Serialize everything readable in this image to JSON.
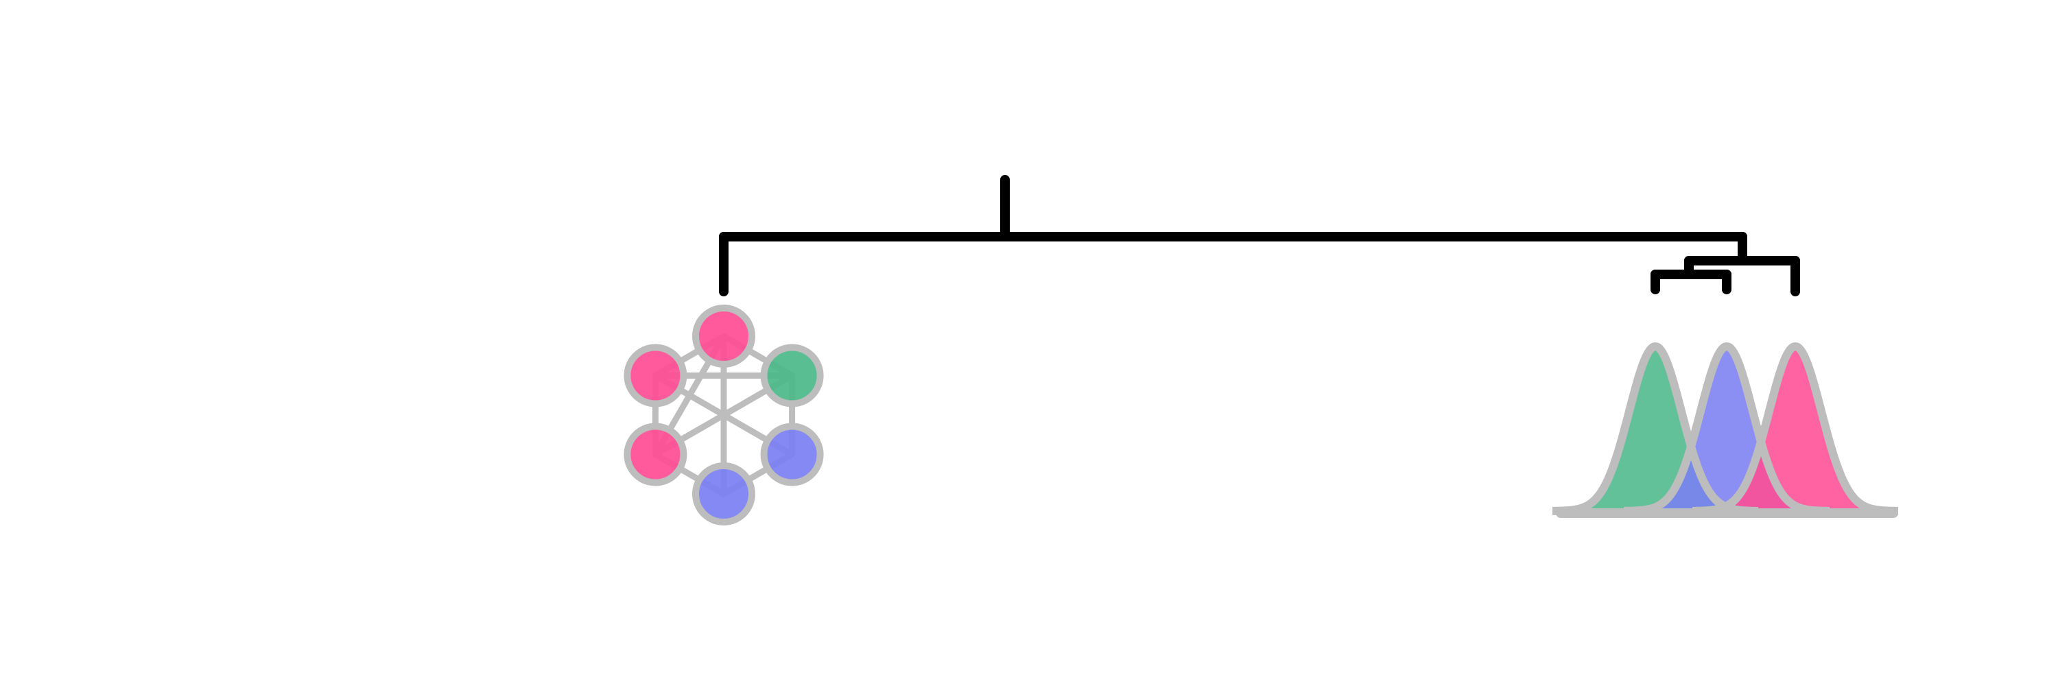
{
  "colors": {
    "background": "#ffffff",
    "tree_line": "#000000",
    "outline": "#bdbdbd",
    "pink": "#ff4d94",
    "green": "#4cb88a",
    "blue": "#7b7ff2"
  },
  "network": {
    "node_colors": [
      "pink",
      "green",
      "blue",
      "blue",
      "pink",
      "pink"
    ],
    "edges": [
      [
        0,
        1
      ],
      [
        1,
        2
      ],
      [
        2,
        3
      ],
      [
        3,
        4
      ],
      [
        4,
        5
      ],
      [
        5,
        0
      ],
      [
        0,
        4
      ],
      [
        1,
        5
      ],
      [
        5,
        2
      ],
      [
        0,
        3
      ],
      [
        4,
        1
      ]
    ]
  },
  "distributions": {
    "curves": [
      "green",
      "blue",
      "pink"
    ]
  }
}
